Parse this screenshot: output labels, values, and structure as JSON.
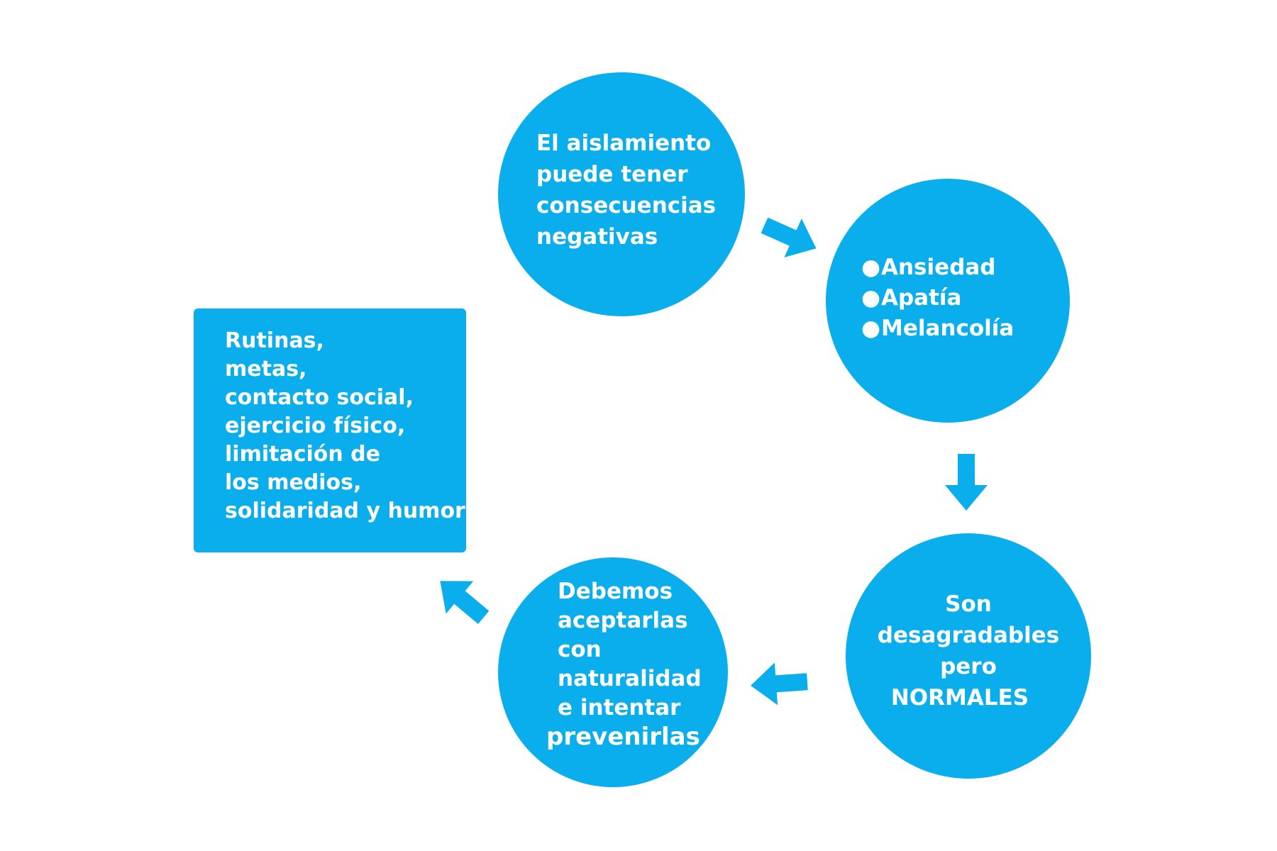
{
  "colors": {
    "node_fill": "#0aaeec",
    "text": "#ffffff",
    "background": "#ffffff"
  },
  "nodes": {
    "top": {
      "lines": [
        "El aislamiento",
        "puede tener",
        "consecuencias",
        "negativas"
      ]
    },
    "right": {
      "bullets": [
        "Ansiedad",
        "Apatía",
        "Melancolía"
      ]
    },
    "bottom_right": {
      "lines": [
        "Son",
        "desagradables",
        "pero",
        "NORMALES"
      ]
    },
    "bottom_left": {
      "lines": [
        "Debemos",
        "aceptarlas",
        "con",
        "naturalidad",
        "e intentar",
        "prevenirlas"
      ]
    },
    "box": {
      "lines": [
        "Rutinas,",
        "metas,",
        "contacto social,",
        "ejercicio físico,",
        "limitación de",
        "los medios,",
        "solidaridad y humor"
      ]
    }
  },
  "connectors": [
    {
      "from": "top",
      "to": "right",
      "icon": "arrow-right-down-icon"
    },
    {
      "from": "right",
      "to": "bottom_right",
      "icon": "arrow-down-icon"
    },
    {
      "from": "bottom_right",
      "to": "bottom_left",
      "icon": "arrow-left-icon"
    },
    {
      "from": "bottom_left",
      "to": "box",
      "icon": "arrow-up-left-icon"
    }
  ]
}
